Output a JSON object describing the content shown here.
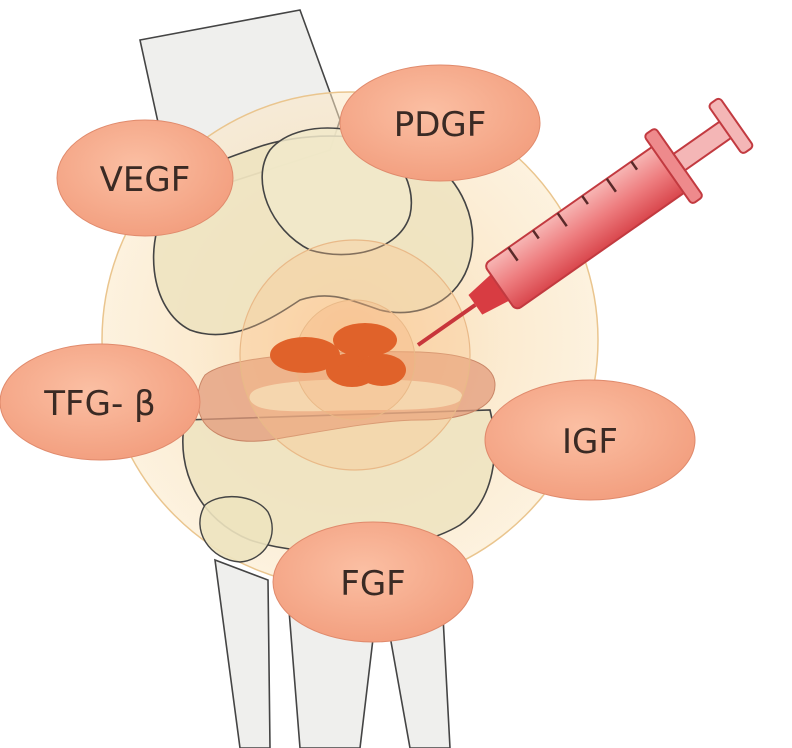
{
  "labels": {
    "vegf": "VEGF",
    "pdgf": "PDGF",
    "tfg_beta": "TFG- β",
    "igf": "IGF",
    "fgf": "FGF"
  },
  "colors": {
    "bubble": "#f6a98a",
    "bubble_stroke": "#d98567",
    "glow": "#f9dfaa",
    "bone": "#ece5c6",
    "meniscus": "#e7a98a",
    "platelet": "#e0622a",
    "syringe": "#e8555a",
    "text": "#3a2a24"
  },
  "icons": {
    "syringe": "syringe-icon",
    "knee": "knee-joint-illustration"
  }
}
